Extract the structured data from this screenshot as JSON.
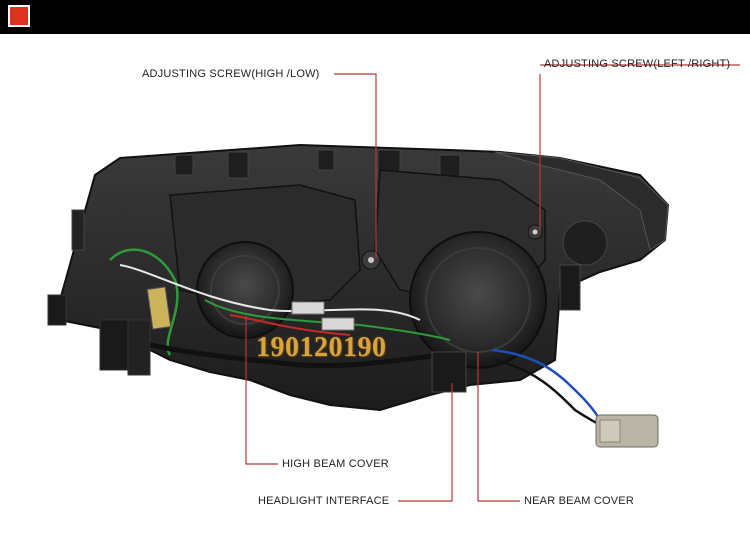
{
  "header": {
    "accent_color": "#e0301e",
    "bar_color": "#000000"
  },
  "callouts": {
    "adjust_high_low": "ADJUSTING SCREW(HIGH /LOW)",
    "adjust_left_right": "ADJUSTING SCREW(LEFT /RIGHT)",
    "high_beam_cover": "HIGH BEAM COVER",
    "headlight_interface": "HEADLIGHT INTERFACE",
    "near_beam_cover": "NEAR BEAM COVER"
  },
  "watermark": {
    "text": "190120190",
    "color": "#d6a540"
  },
  "leader_line_color": "#b23a3a"
}
